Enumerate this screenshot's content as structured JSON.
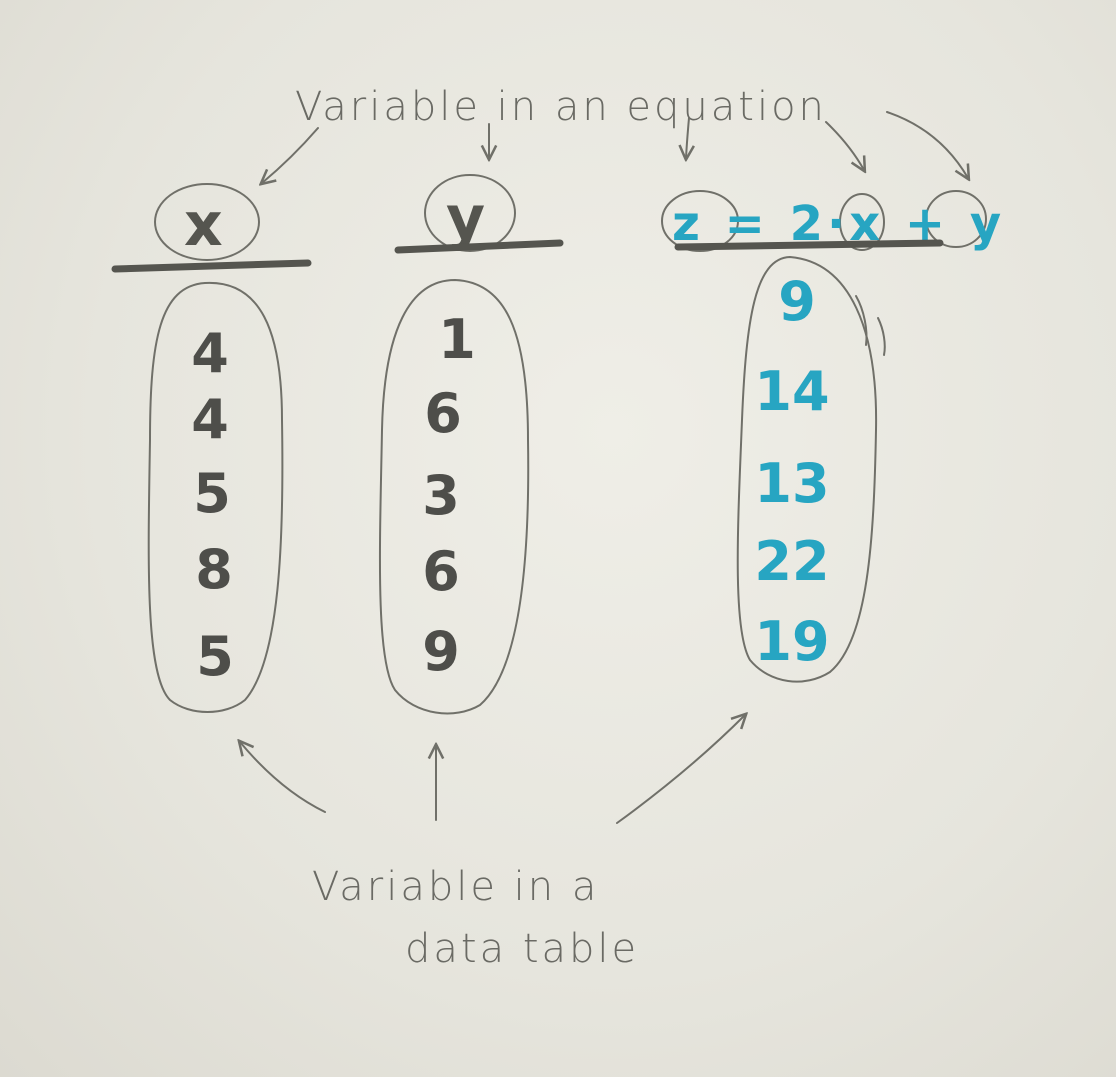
{
  "annotations": {
    "top": "Variable in an equation",
    "bottom_line1": "Variable in a",
    "bottom_line2": "data table"
  },
  "headers": {
    "x": "x",
    "y": "y",
    "z_equation": "z = 2·x + y"
  },
  "columns": {
    "x": [
      "4",
      "4",
      "5",
      "8",
      "5"
    ],
    "y": [
      "1",
      "6",
      "3",
      "6",
      "9"
    ],
    "z": [
      "9",
      "14",
      "13",
      "22",
      "19"
    ]
  },
  "colors": {
    "ink": "#55554f",
    "pencil": "#707069",
    "blue_marker": "#27a5c2",
    "paper": "#e6e5dd"
  }
}
